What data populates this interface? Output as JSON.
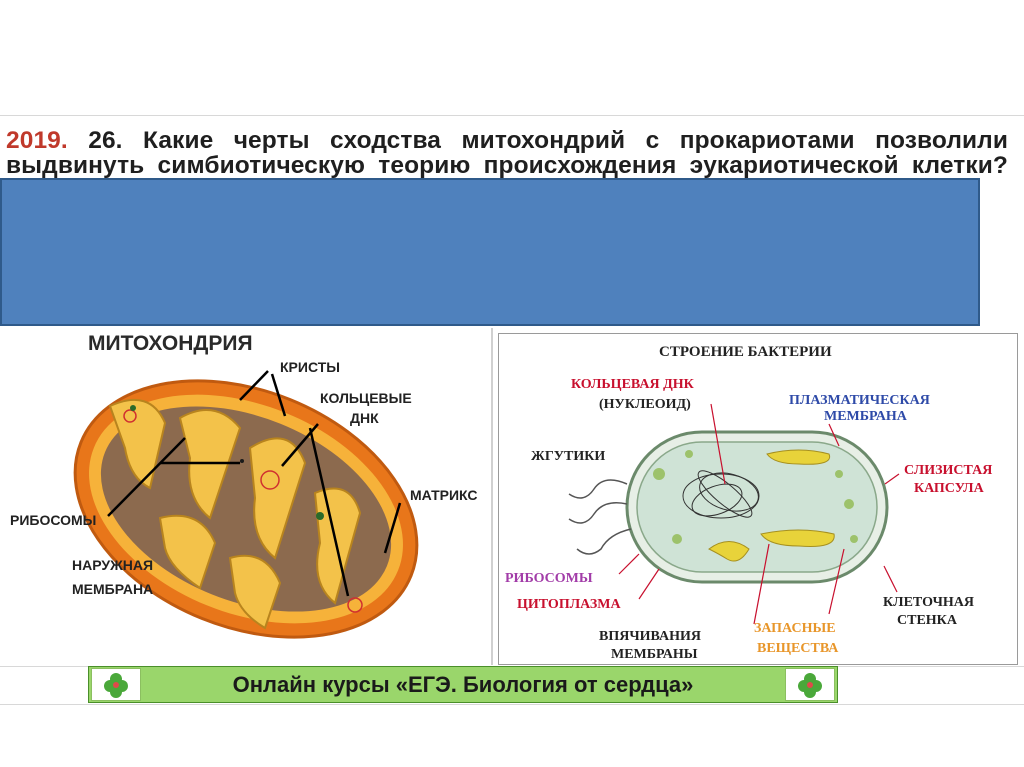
{
  "question": {
    "year": "2019.",
    "text": "26. Какие черты сходства митохондрий с прокариотами позволили выдвинуть симбиотическую теорию происхождения эукариотической клетки?"
  },
  "mitochondria": {
    "title": "МИТОХОНДРИЯ",
    "labels": {
      "cristae": "КРИСТЫ",
      "ring_dna_1": "КОЛЬЦЕВЫЕ",
      "ring_dna_2": "ДНК",
      "matrix": "МАТРИКС",
      "ribosomes": "РИБОСОМЫ",
      "outer_membrane_1": "НАРУЖНАЯ",
      "outer_membrane_2": "МЕМБРАНА"
    }
  },
  "bacterium": {
    "title": "СТРОЕНИЕ БАКТЕРИИ",
    "labels": {
      "ring_dna": "КОЛЬЦЕВАЯ ДНК",
      "nucleoid": "(НУКЛЕОИД)",
      "plasma_1": "ПЛАЗМАТИЧЕСКАЯ",
      "plasma_2": "МЕМБРАНА",
      "flagella": "ЖГУТИКИ",
      "capsule_1": "СЛИЗИСТАЯ",
      "capsule_2": "КАПСУЛА",
      "ribosomes": "РИБОСОМЫ",
      "cytoplasm": "ЦИТОПЛАЗМА",
      "cell_wall_1": "КЛЕТОЧНАЯ",
      "cell_wall_2": "СТЕНКА",
      "invaginations_1": "ВПЯЧИВАНИЯ",
      "invaginations_2": "МЕМБРАНЫ",
      "reserve_1": "ЗАПАСНЫЕ",
      "reserve_2": "ВЕЩЕСТВА"
    },
    "colors": {
      "red": "#c8102e",
      "blue": "#2e4aa8",
      "purple": "#a23ca8",
      "orange": "#e8962a"
    }
  },
  "banner": {
    "text": "Онлайн курсы  «ЕГЭ. Биология от сердца»"
  }
}
